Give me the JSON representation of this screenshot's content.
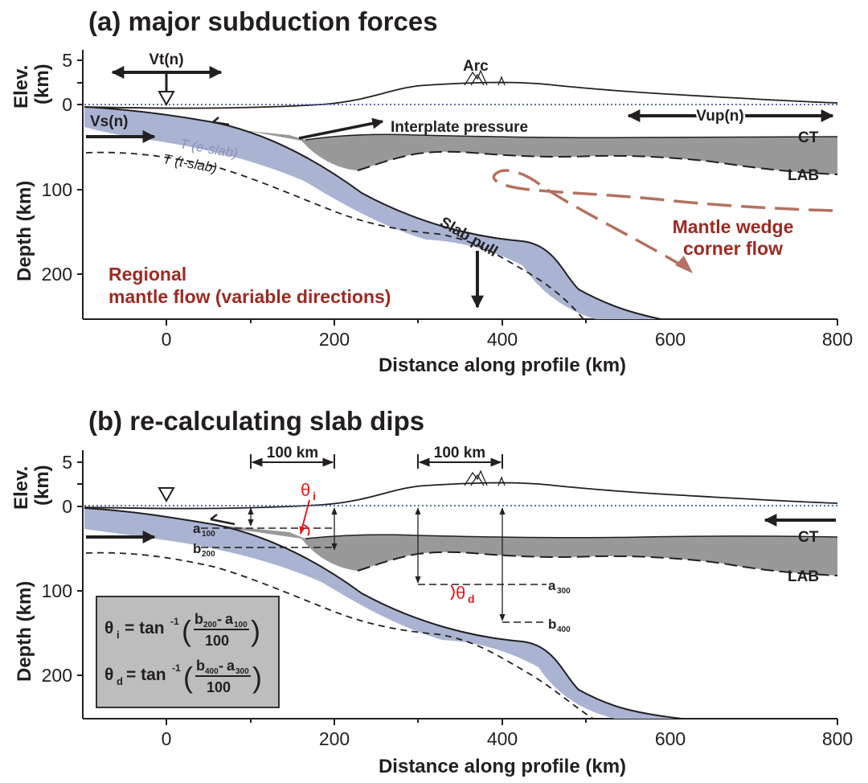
{
  "panel_a": {
    "title": "(a) major subduction forces",
    "elev_label": "Elev.",
    "elev_unit": "(km)",
    "depth_label": "Depth (km)",
    "x_label": "Distance along profile (km)",
    "x_ticks": [
      "0",
      "200",
      "400",
      "600",
      "800"
    ],
    "elev_ticks": [
      "5",
      "0"
    ],
    "depth_ticks": [
      "100",
      "200"
    ],
    "labels": {
      "vt": "Vt(n)",
      "arc": "Arc",
      "vs": "Vs(n)",
      "e_slab": "T (e-slab)",
      "t_slab": "T (t-slab)",
      "interplate": "Interplate pressure",
      "vup": "Vup(n)",
      "ct": "CT",
      "lab": "LAB",
      "slab_pull": "Slab pull",
      "wedge_1": "Mantle wedge",
      "wedge_2": "corner flow",
      "regional_1": "Regional",
      "regional_2": "mantle flow (variable directions)"
    }
  },
  "panel_b": {
    "title": "(b) re-calculating slab dips",
    "elev_label": "Elev.",
    "elev_unit": "(km)",
    "depth_label": "Depth (km)",
    "x_label": "Distance along profile (km)",
    "x_ticks": [
      "0",
      "200",
      "400",
      "600",
      "800"
    ],
    "elev_ticks": [
      "5",
      "0"
    ],
    "depth_ticks": [
      "100",
      "200"
    ],
    "scale_1": "100 km",
    "scale_2": "100 km",
    "theta": "θ",
    "sub_i": "i",
    "sub_d": "d",
    "a": "a",
    "b": "b",
    "sub_100": "100",
    "sub_200": "200",
    "sub_300": "300",
    "sub_400": "400",
    "ct": "CT",
    "lab": "LAB",
    "formula": {
      "eq": "= tan",
      "exp": "-1",
      "minus": "-",
      "denominator": "100"
    }
  },
  "colors": {
    "slab": "#aab4d2",
    "plate": "#999999",
    "formula_box": "#bdbdbd",
    "red_label": "#9c2a22",
    "theta_red": "#e21d24",
    "flow_arrow": "#b5705f",
    "sea_level": "#5a6fb0"
  }
}
